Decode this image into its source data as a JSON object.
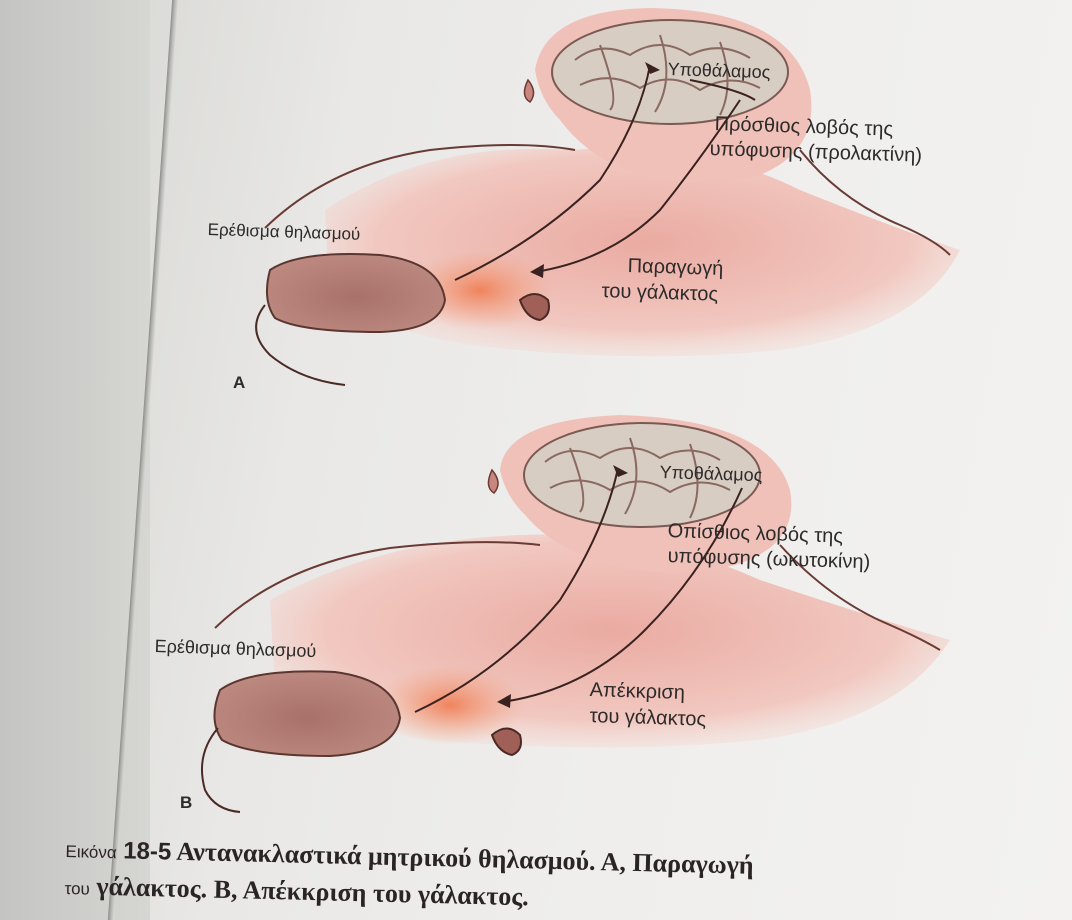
{
  "panel_a": {
    "letter": "A",
    "hypothalamus": "Υποθάλαμος",
    "pituitary_line1": "Πρόσθιος λοβός της",
    "pituitary_line2": "υπόφυσης (προλακτίνη)",
    "stimulus": "Ερέθισμα θηλασμού",
    "milk_line1": "Παραγωγή",
    "milk_line2": "του γάλακτος"
  },
  "panel_b": {
    "letter": "Β",
    "hypothalamus": "Υποθάλαμος",
    "pituitary_line1": "Οπίσθιος λοβός της",
    "pituitary_line2": "υπόφυσης (ωκυτοκίνη)",
    "stimulus": "Ερέθισμα θηλασμού",
    "milk_line1": "Απέκκριση",
    "milk_line2": "του γάλακτος"
  },
  "caption": {
    "fig_word": "Εικόνα",
    "fig_number": "18-5",
    "title": "Αντανακλαστικά μητρικού θηλασμού. Α, Παραγωγή",
    "line2_prefix": "του",
    "line2_rest": "γάλακτος. Β, Απέκκριση του γάλακτος."
  },
  "colors": {
    "skin": "#eab4ac",
    "breast": "#b27f77",
    "brain": "#d9cfc4",
    "outline": "#5b3630"
  }
}
